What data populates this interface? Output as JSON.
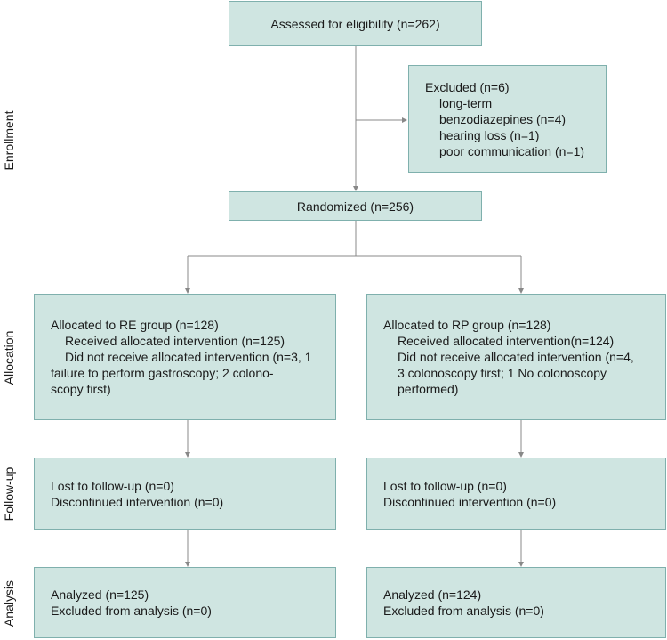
{
  "stages": {
    "enrollment": "Enrollment",
    "allocation": "Allocation",
    "follow_up": "Follow-up",
    "analysis": "Analysis"
  },
  "assessed": "Assessed for eligibility (n=262)",
  "excluded": {
    "title": "Excluded (n=6)",
    "items": [
      "long-term",
      "benzodiazepines  (n=4)",
      "hearing loss (n=1)",
      "poor communication (n=1)"
    ]
  },
  "randomized": "Randomized (n=256)",
  "re_group": {
    "allocation": {
      "title": "Allocated to RE group (n=128)",
      "received": "Received allocated intervention (n=125)",
      "not_received_1": "Did not receive allocated intervention (n=3, 1",
      "not_received_2": "failure to perform gastroscopy; 2 colono-",
      "not_received_3": "scopy first)"
    },
    "follow_up": {
      "lost": "Lost to follow-up (n=0)",
      "discontinued": "Discontinued intervention (n=0)"
    },
    "analysis": {
      "analyzed": "Analyzed (n=125)",
      "excluded": "Excluded from analysis (n=0)"
    }
  },
  "rp_group": {
    "allocation": {
      "title": "Allocated to RP group (n=128)",
      "received": "Received allocated intervention(n=124)",
      "not_received_1": "Did not receive allocated  intervention (n=4,",
      "not_received_2": "3 colonoscopy first;  1 No colonoscopy",
      "not_received_3": "performed)"
    },
    "follow_up": {
      "lost": "Lost to follow-up (n=0)",
      "discontinued": "Discontinued intervention (n=0)"
    },
    "analysis": {
      "analyzed": "Analyzed (n=124)",
      "excluded": "Excluded from analysis (n=0)"
    }
  },
  "colors": {
    "box_fill": "#cfe5e1",
    "box_border": "#7fb0ad",
    "line": "#888888"
  }
}
